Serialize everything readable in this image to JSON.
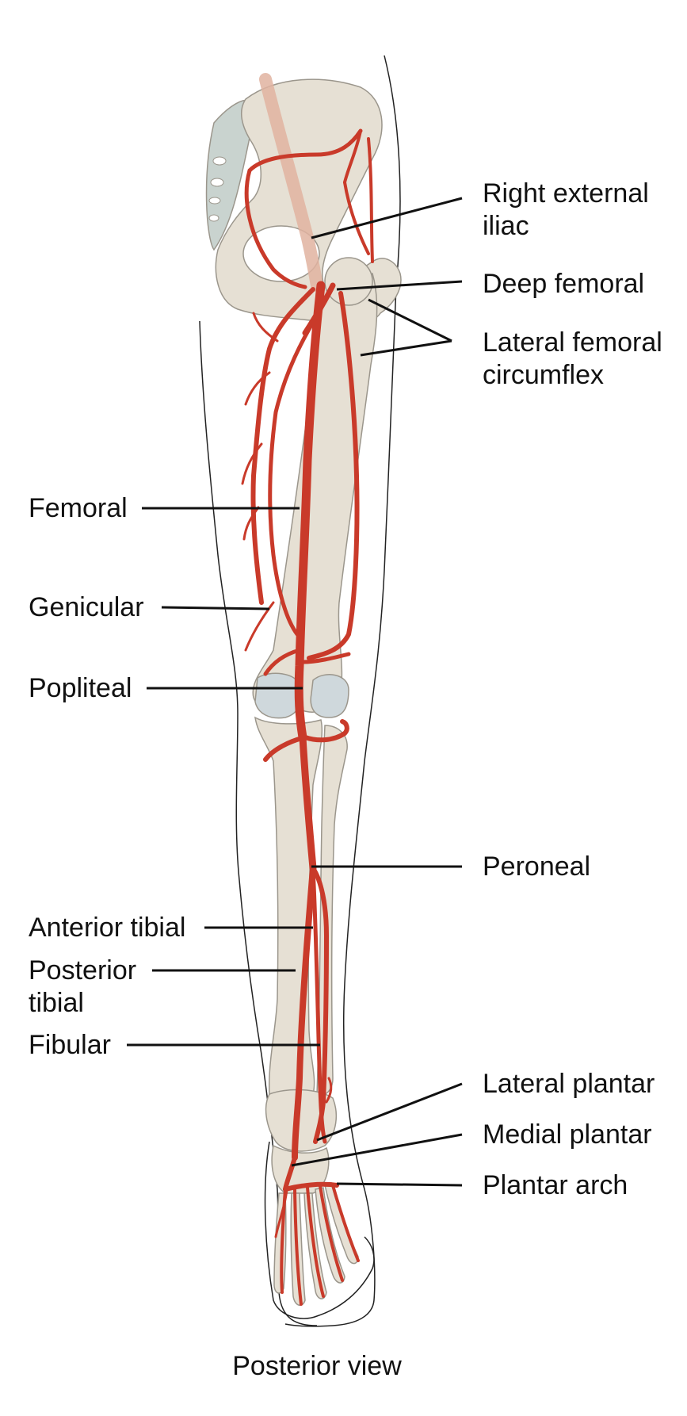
{
  "diagram": {
    "caption": "Posterior view",
    "labels": {
      "right_external_iliac": "Right external iliac",
      "deep_femoral": "Deep femoral",
      "lateral_femoral_circumflex": "Lateral femoral circumflex",
      "femoral": "Femoral",
      "genicular": "Genicular",
      "popliteal": "Popliteal",
      "peroneal": "Peroneal",
      "anterior_tibial": "Anterior tibial",
      "posterior_tibial": "Posterior tibial",
      "fibular": "Fibular",
      "lateral_plantar": "Lateral plantar",
      "medial_plantar": "Medial plantar",
      "plantar_arch": "Plantar arch"
    },
    "colors": {
      "artery": "#c93a2a",
      "bone": "#e6e0d4",
      "bone_outline": "#9b968c",
      "cartilage": "#cfd8dc",
      "pelvis_shadow": "#c9d3cf",
      "leader_line": "#111111"
    }
  }
}
